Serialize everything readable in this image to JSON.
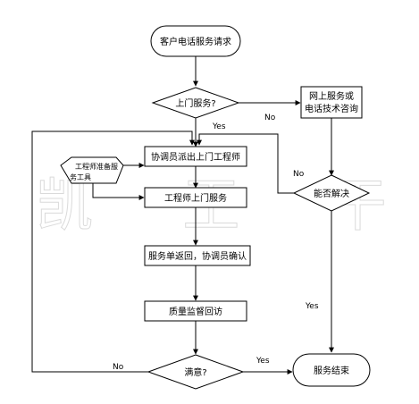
{
  "nodes": {
    "start": "客户电话服务请求",
    "door_service": "上门服务?",
    "online_line1": "网上服务或",
    "online_line2": "电话技术咨询",
    "dispatch": "协调员派出上门工程师",
    "prepare_line1": "工程师准备服",
    "prepare_line2": "务工具",
    "onsite": "工程师上门服务",
    "return_form": "服务单返回，协调员确认",
    "quality": "质量监督回访",
    "satisfied": "满意?",
    "can_solve": "能否解决",
    "end": "服务结束"
  },
  "edges": {
    "no_door": "No",
    "yes_door": "Yes",
    "no_solve": "No",
    "yes_solve": "Yes",
    "no_satisfied": "No",
    "yes_satisfied": "Yes"
  },
  "watermark": "凯 王 干 燥"
}
